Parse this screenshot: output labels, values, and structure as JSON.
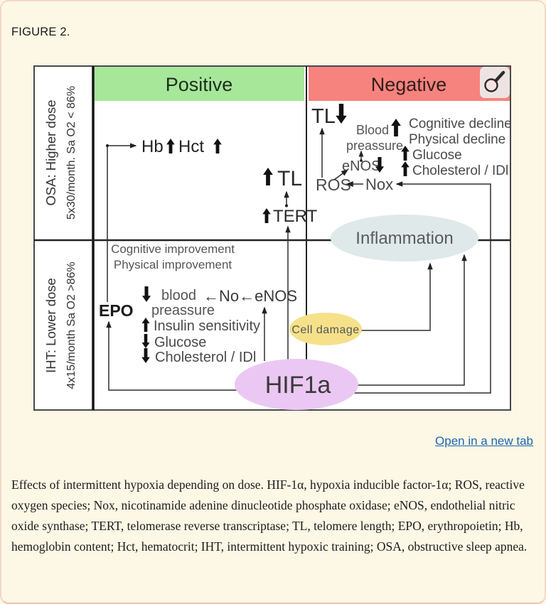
{
  "page": {
    "figure_label": "FIGURE 2.",
    "open_link": "Open in a new tab",
    "caption": "Effects of intermittent hypoxia depending on dose. HIF-1α, hypoxia inducible factor-1α; ROS, reactive oxygen species; Nox, nicotinamide adenine dinucleotide phosphate oxidase; eNOS, endothelial nitric oxide synthase; TERT, telomerase reverse transcriptase; TL, telomere length; EPO, erythropoietin; Hb, hemoglobin content; Hct, hematocrit; IHT, intermittent hypoxic training; OSA, obstructive sleep apnea."
  },
  "diagram": {
    "header": {
      "positive": "Positive",
      "negative": "Negative"
    },
    "sidebar": {
      "osa_line1": "OSA: Higher dose",
      "osa_line2": "5x30/month. Sa O2 < 86%",
      "iht_line1": "IHT: Lower dose",
      "iht_line2": "4x15/month Sa O2 >86%"
    },
    "osa_positive": {
      "hb": "Hb",
      "hct": "Hct",
      "tl": "TL",
      "tert": "TERT"
    },
    "osa_negative": {
      "tl": "TL",
      "blood": "Blood",
      "preassure": "preassure",
      "cognitive": "Cognitive decline",
      "physical": "Physical decline",
      "glucose": "Glucose",
      "cholesterol": "Cholesterol / IDl",
      "enos": "eNOS",
      "ros": "ROS",
      "nox": "Nox"
    },
    "iht_positive": {
      "cognitive": "Cognitive improvement",
      "physical": "Physical improvement",
      "blood": "blood",
      "preassure": "preassure",
      "no_enos": "←No←eNOS",
      "epo": "EPO",
      "insulin": "Insulin sensitivity",
      "glucose": "Glucose",
      "cholesterol": "Cholesterol / IDl"
    },
    "nodes": {
      "inflammation": "Inflammation",
      "cell_damage": "Cell damage",
      "hif1a": "HIF1a"
    },
    "colors": {
      "positive_bg": "#a6e79a",
      "negative_bg": "#f7837e",
      "inflammation_fill": "#dfe9ea",
      "cell_damage_fill": "#f6e18a",
      "hif1a_fill": "#ebc8f3",
      "link_blue": "#1a66b3"
    }
  }
}
